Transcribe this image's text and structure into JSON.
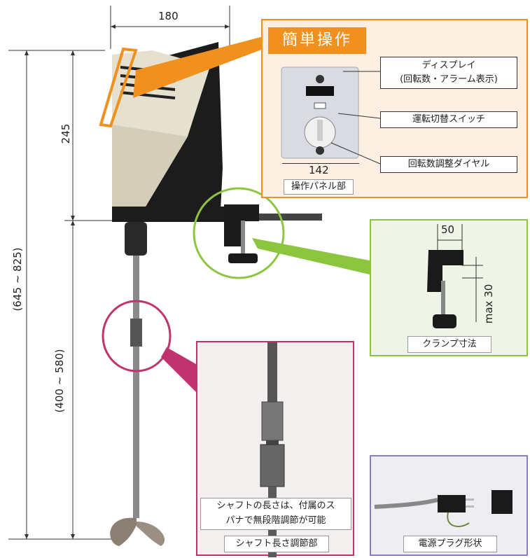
{
  "dimensions": {
    "top_width": "180",
    "upper_height": "245",
    "total_height": "(645 ~ 825)",
    "lower_height": "(400 ~ 580)"
  },
  "operation_panel": {
    "badge": "簡単操作",
    "callouts": {
      "display_line1": "ディスプレイ",
      "display_line2": "(回転数・アラーム表示)",
      "switch": "運転切替スイッチ",
      "dial": "回転数調整ダイヤル"
    },
    "width": "142",
    "caption": "操作パネル部"
  },
  "clamp_panel": {
    "width": "50",
    "height": "max 30",
    "caption": "クランプ寸法"
  },
  "shaft_panel": {
    "note_line1": "シャフトの長さは、付属のス",
    "note_line2": "パナで無段階調節が可能",
    "caption": "シャフト長さ調節部"
  },
  "plug_panel": {
    "caption": "電源プラグ形状"
  },
  "colors": {
    "orange": "#f0901e",
    "green": "#8cc63f",
    "magenta": "#c0336f",
    "purple": "#8c7fb8",
    "clamp_bg": "#eef4e6",
    "plug_bg": "#eeeef2"
  }
}
